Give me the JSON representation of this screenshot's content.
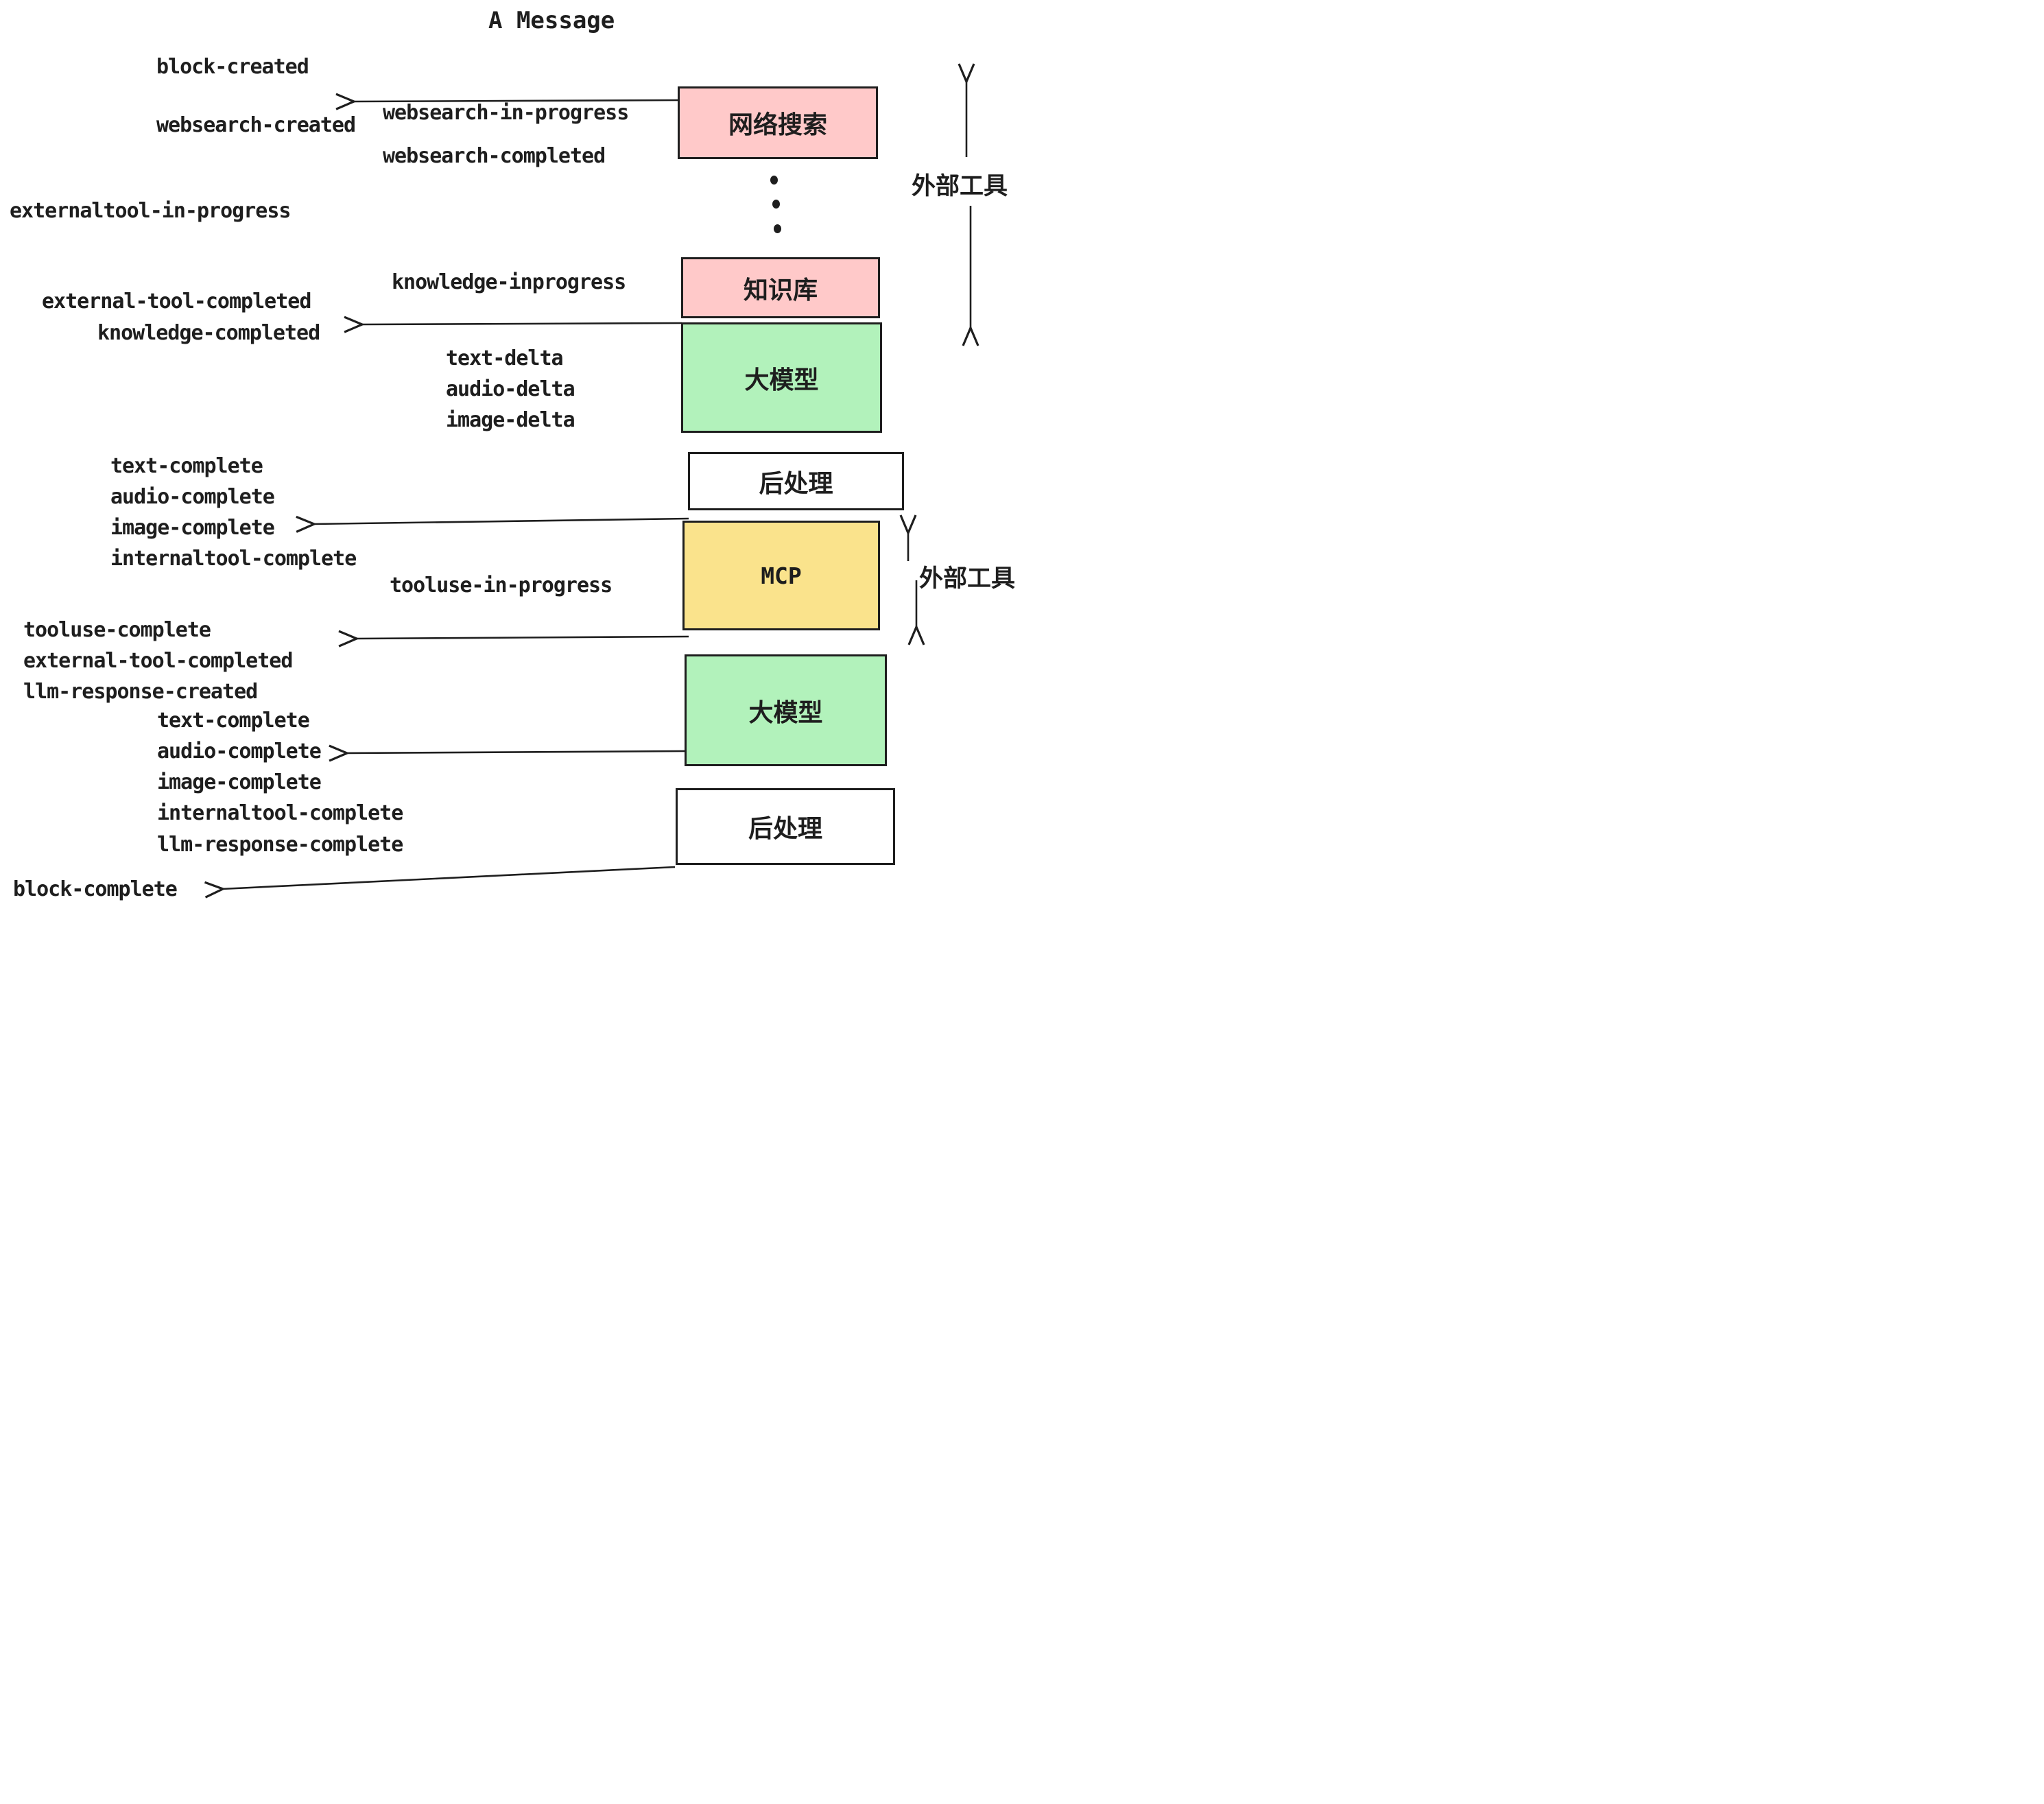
{
  "title": "A Message",
  "colors": {
    "pink": "#FFC9C9",
    "green": "#B2F2BB",
    "yellow": "#FAE38C",
    "white": "#FFFFFF",
    "line": "#1E1E1E"
  },
  "boxes": {
    "websearch": {
      "label": "网络搜索"
    },
    "knowledge": {
      "label": "知识库"
    },
    "llm1": {
      "label": "大模型"
    },
    "post1": {
      "label": "后处理"
    },
    "mcp": {
      "label": "MCP"
    },
    "llm2": {
      "label": "大模型"
    },
    "post2": {
      "label": "后处理"
    }
  },
  "side_labels": {
    "external_tools_top": "外部工具",
    "external_tools_mid": "外部工具"
  },
  "events": {
    "block_created": "block-created",
    "websearch_created": "websearch-created",
    "websearch_in_progress": "websearch-in-progress",
    "websearch_completed": "websearch-completed",
    "externaltool_in_progress": "externaltool-in-progress",
    "knowledge_inprogress": "knowledge-inprogress",
    "external_tool_completed_1": "external-tool-completed",
    "knowledge_completed": "knowledge-completed",
    "text_delta_1": "text-delta",
    "audio_delta_1": "audio-delta",
    "image_delta_1": "image-delta",
    "text_complete_1": "text-complete",
    "audio_complete_1": "audio-complete",
    "image_complete_1": "image-complete",
    "internaltool_complete_1": "internaltool-complete",
    "tooluse_in_progress": "tooluse-in-progress",
    "tooluse_complete": "tooluse-complete",
    "external_tool_completed_2": "external-tool-completed",
    "llm_response_created": "llm-response-created",
    "text_complete_2": "text-complete",
    "audio_complete_2": "audio-complete",
    "image_complete_2": "image-complete",
    "internaltool_complete_2": "internaltool-complete",
    "llm_response_complete": "llm-response-complete",
    "block_complete": "block-complete"
  }
}
